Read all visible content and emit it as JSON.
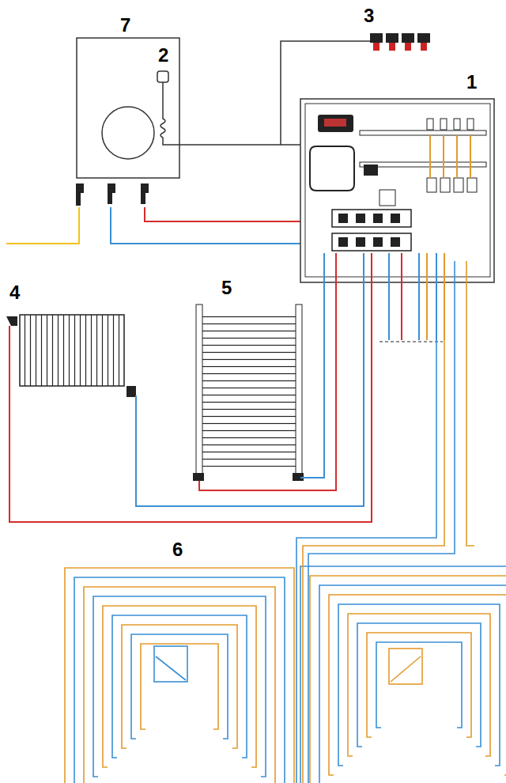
{
  "diagram": {
    "labels": [
      "7",
      "2",
      "3",
      "1",
      "4",
      "5",
      "6"
    ]
  }
}
